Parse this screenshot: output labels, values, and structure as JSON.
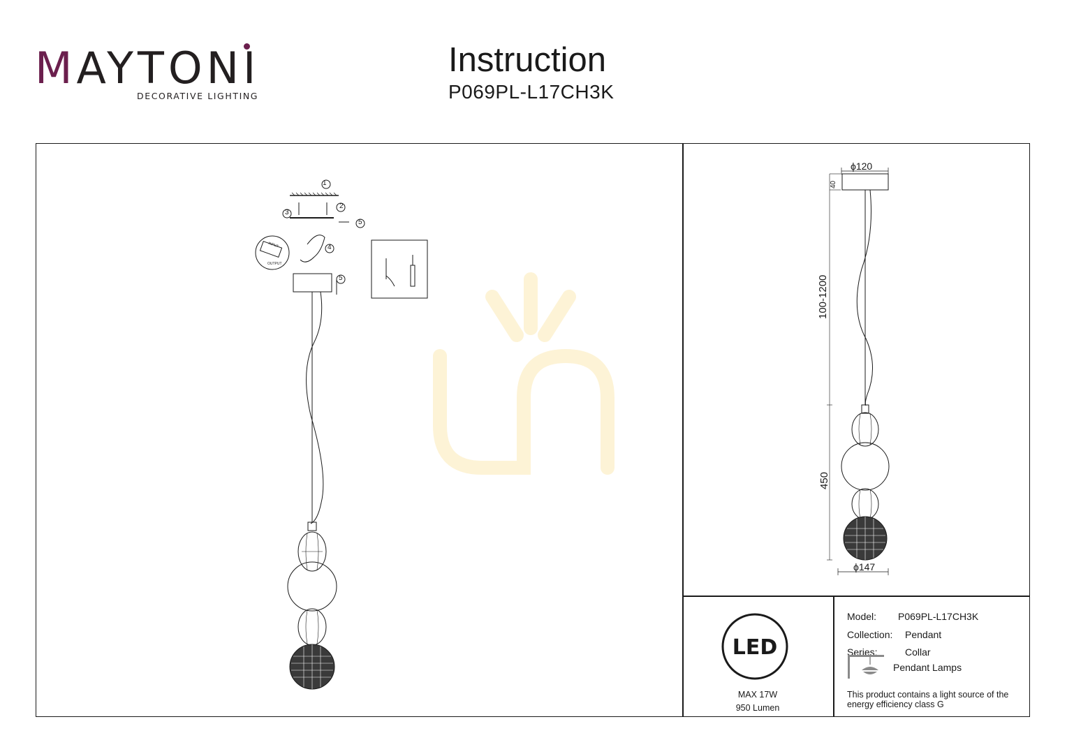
{
  "brand": {
    "name_initial": "M",
    "name_rest": "AYTONI",
    "tagline": "DECORATIVE LIGHTING",
    "colors": {
      "accent": "#6b1f4d",
      "text": "#231f20"
    }
  },
  "header": {
    "title": "Instruction",
    "model_code": "P069PL-L17CH3K"
  },
  "callouts": [
    "1",
    "2",
    "3",
    "4",
    "5",
    "5"
  ],
  "wire_labels": {
    "input": "INPUT",
    "output": "OUTPUT"
  },
  "dimensions": {
    "canopy_diameter": "ϕ120",
    "canopy_height": "40",
    "cable_length": "100-1200",
    "body_height": "450",
    "body_diameter": "ϕ147"
  },
  "power": {
    "badge": "LED",
    "max_power": "MAX 17W",
    "lumen": "950 Lumen"
  },
  "specs": {
    "model_label": "Model:",
    "model_value": "P069PL-L17CH3K",
    "collection_label": "Collection:",
    "collection_value": "Pendant",
    "series_label": "Series:",
    "series_value": "Collar",
    "type_value": "Pendant Lamps",
    "type_icon": "pendant-lamp-icon"
  },
  "note": "This product contains a light source of the energy efficiency class G",
  "watermark_icon": "lamp-watermark-icon",
  "watermark_color": "#fdf3d6"
}
